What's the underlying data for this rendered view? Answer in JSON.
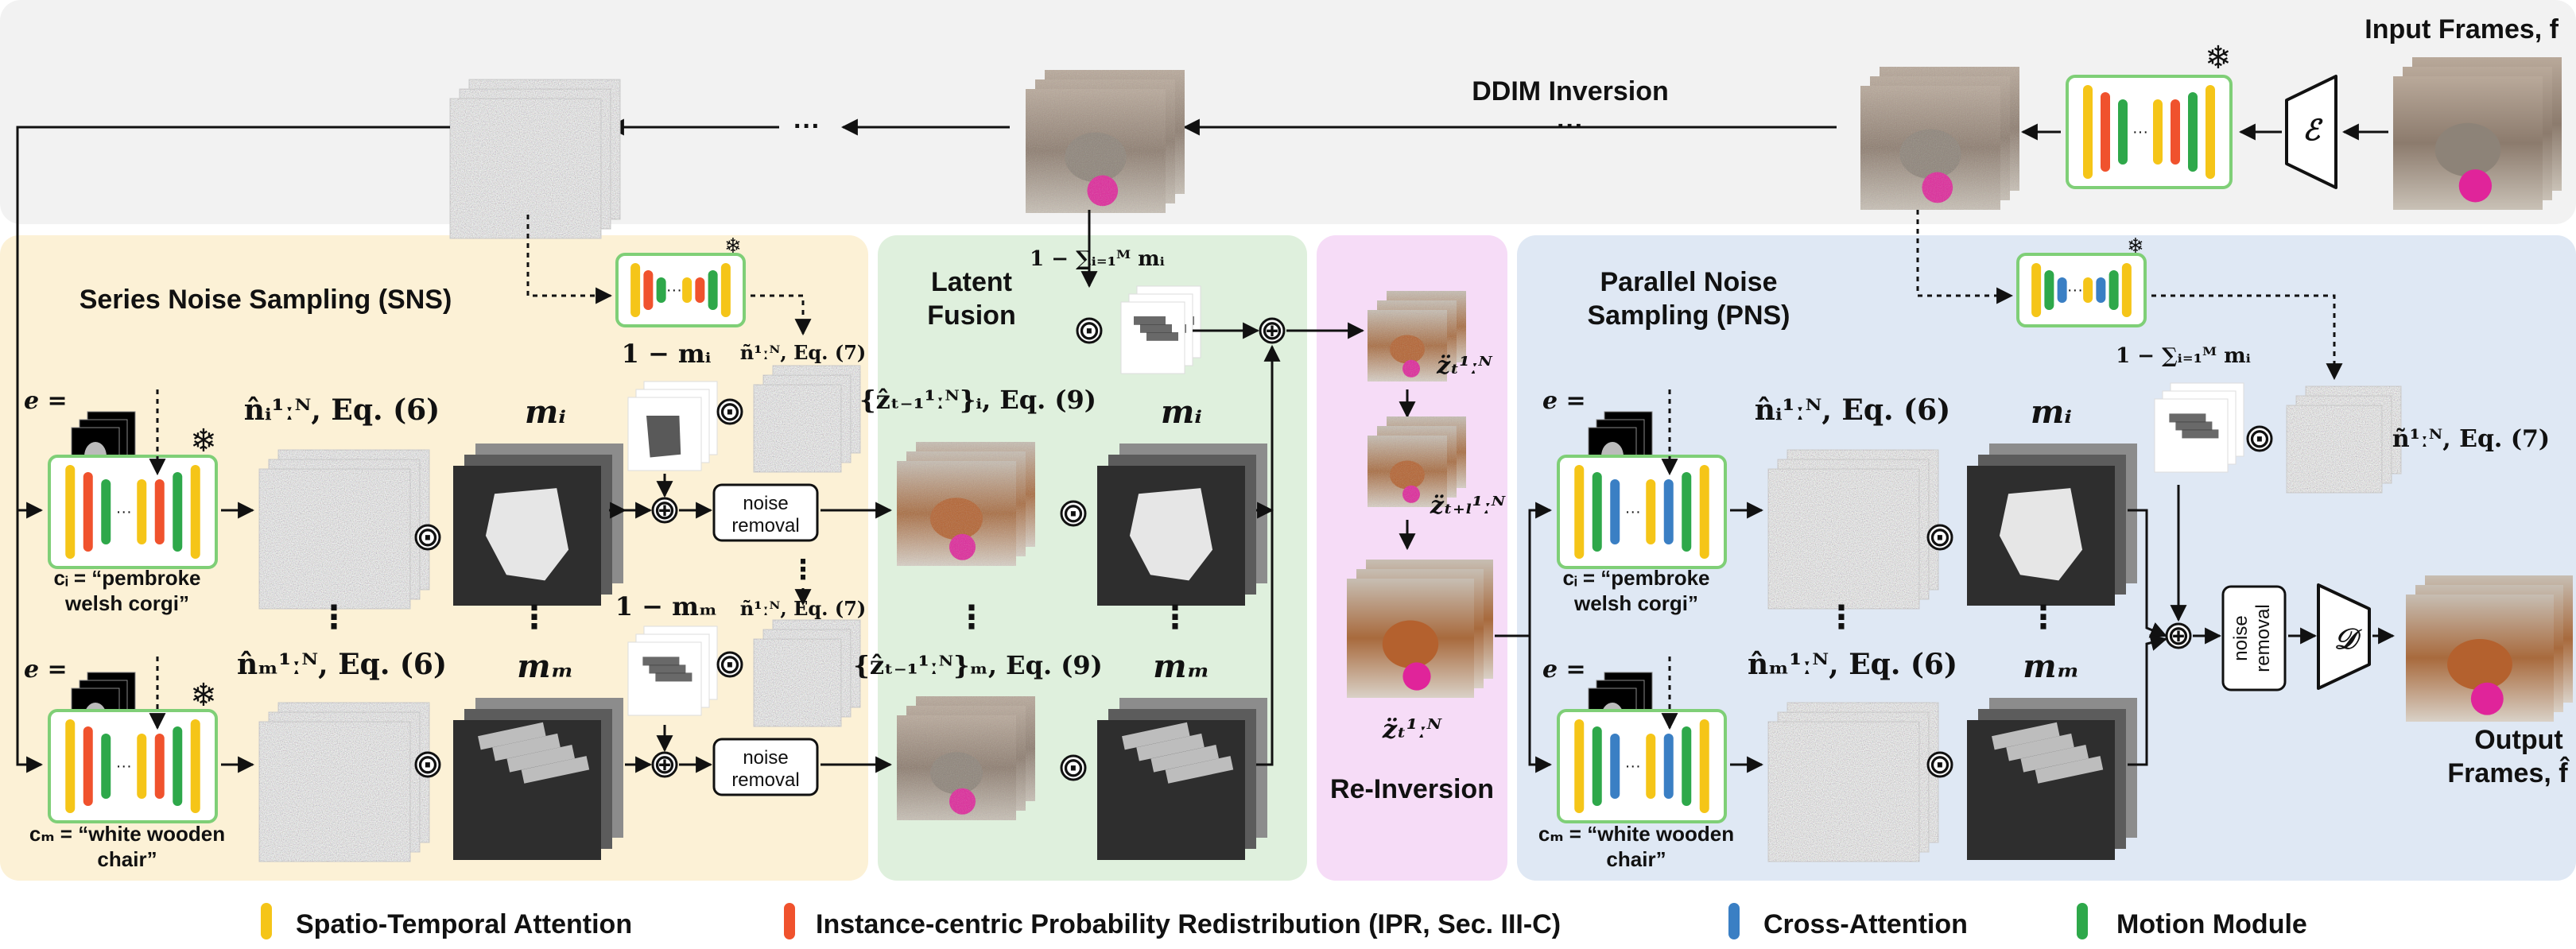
{
  "top": {
    "input_frames": "Input Frames, f",
    "ddim_inversion": "DDIM Inversion",
    "ellipsis": "···",
    "encoder": "ℰ"
  },
  "panels": {
    "sns_title": "Series Noise Sampling (SNS)",
    "latent_fusion_line1": "Latent",
    "latent_fusion_line2": "Fusion",
    "reinversion_title": "Re-Inversion",
    "pns_title_line1": "Parallel Noise",
    "pns_title_line2": "Sampling (PNS)"
  },
  "labels": {
    "e_eq": "e =",
    "c_i": "cᵢ = “pembroke",
    "c_i_2": "welsh corgi”",
    "c_M": "cₘ = “white wooden",
    "c_M_2": "chair”",
    "n_i": "n̂ᵢ¹ːᴺ, Eq. (6)",
    "n_M": "n̂ₘ¹ːᴺ, Eq. (6)",
    "m_i": "mᵢ",
    "m_M": "mₘ",
    "one_minus_mi": "1 − mᵢ",
    "one_minus_mM": "1 − mₘ",
    "n_tilde_eq7": "ñ¹ːᴺ, Eq. (7)",
    "noise": "noise",
    "removal": "removal",
    "z_i_eq9": "{ẑₜ₋₁¹ːᴺ}ᵢ, Eq. (9)",
    "z_M_eq9": "{ẑₜ₋₁¹ːᴺ}ₘ, Eq. (9)",
    "one_minus_sum": "1 − ∑ᵢ₌₁ᴹ mᵢ",
    "z_t": "z̈ₜ¹ːᴺ",
    "z_tl": "z̈ₜ₊ₗ¹ːᴺ",
    "z_t_bottom": "z̈ₜ¹ːᴺ",
    "decoder": "𝒟",
    "output_line1": "Output",
    "output_line2": "Frames, f̂",
    "vdots": "⋮",
    "odot": "⊙",
    "oplus": "⊕"
  },
  "legend": [
    {
      "label": "Spatio-Temporal Attention",
      "color": "#f5c518"
    },
    {
      "label": "Instance-centric Probability Redistribution (IPR, Sec. III-C)",
      "color": "#f0522d"
    },
    {
      "label": "Cross-Attention",
      "color": "#3a7fc4"
    },
    {
      "label": "Motion Module",
      "color": "#2ea84a"
    }
  ],
  "colors": {
    "top_band": "#f2f2f2",
    "sns_panel": "#fcf1d6",
    "fusion_panel": "#dff0dd",
    "reinv_panel": "#f6dcf7",
    "pns_panel": "#dfe8f4",
    "unet_border": "#7fcf77",
    "snowflake": "#3a7fc4"
  },
  "icons": [
    "snowflake-icon",
    "odot-icon",
    "oplus-icon",
    "encoder-icon",
    "decoder-icon"
  ]
}
